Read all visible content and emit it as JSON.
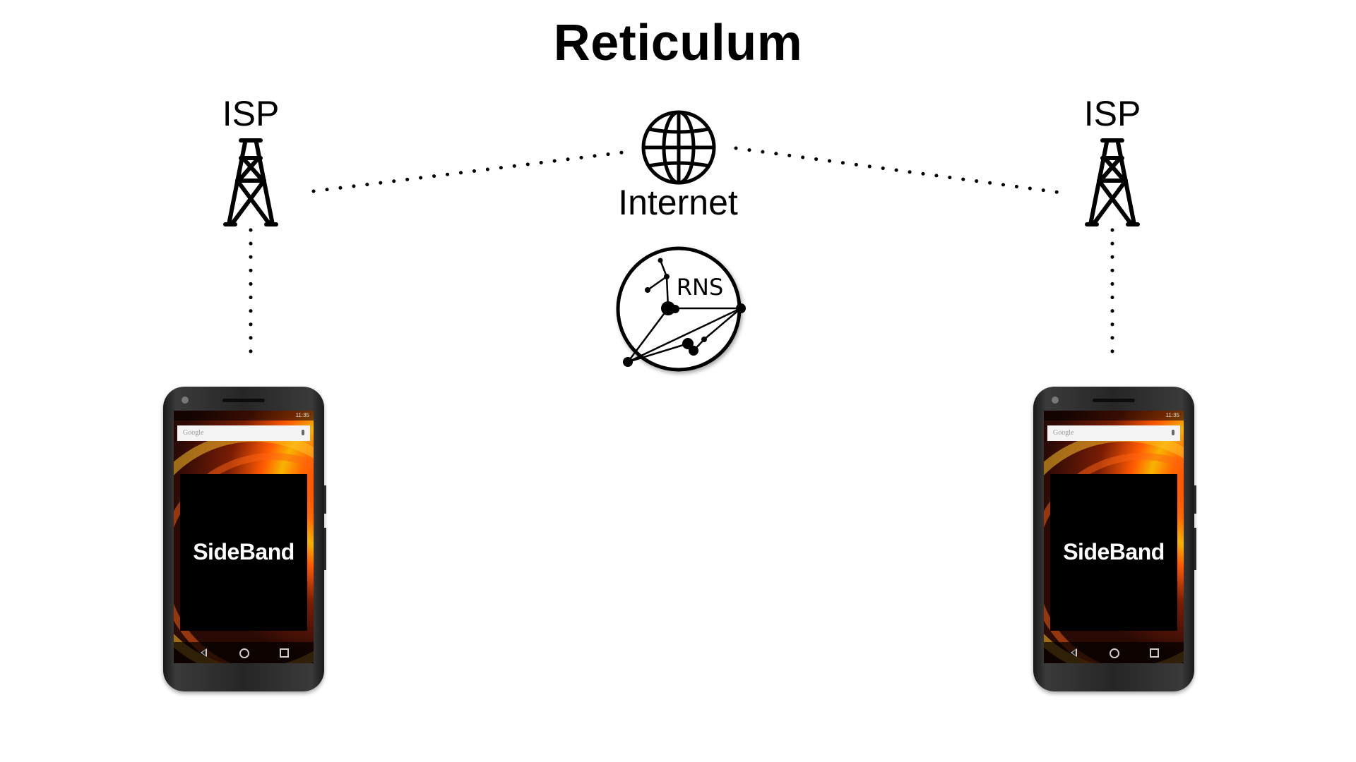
{
  "title": "Reticulum",
  "nodes": {
    "isp_left": {
      "label": "ISP",
      "icon": "radio-tower-icon"
    },
    "isp_right": {
      "label": "ISP",
      "icon": "radio-tower-icon"
    },
    "internet": {
      "label": "Internet",
      "icon": "globe-icon"
    },
    "rns": {
      "label": "RNS",
      "icon": "rns-network-logo"
    }
  },
  "phones": [
    {
      "app_label": "SideBand",
      "status_time": "11:35",
      "search_placeholder": "Google"
    },
    {
      "app_label": "SideBand",
      "status_time": "11:35",
      "search_placeholder": "Google"
    }
  ],
  "colors": {
    "ink": "#000000",
    "background": "#ffffff",
    "app_panel": "#000000",
    "app_text": "#ffffff"
  }
}
